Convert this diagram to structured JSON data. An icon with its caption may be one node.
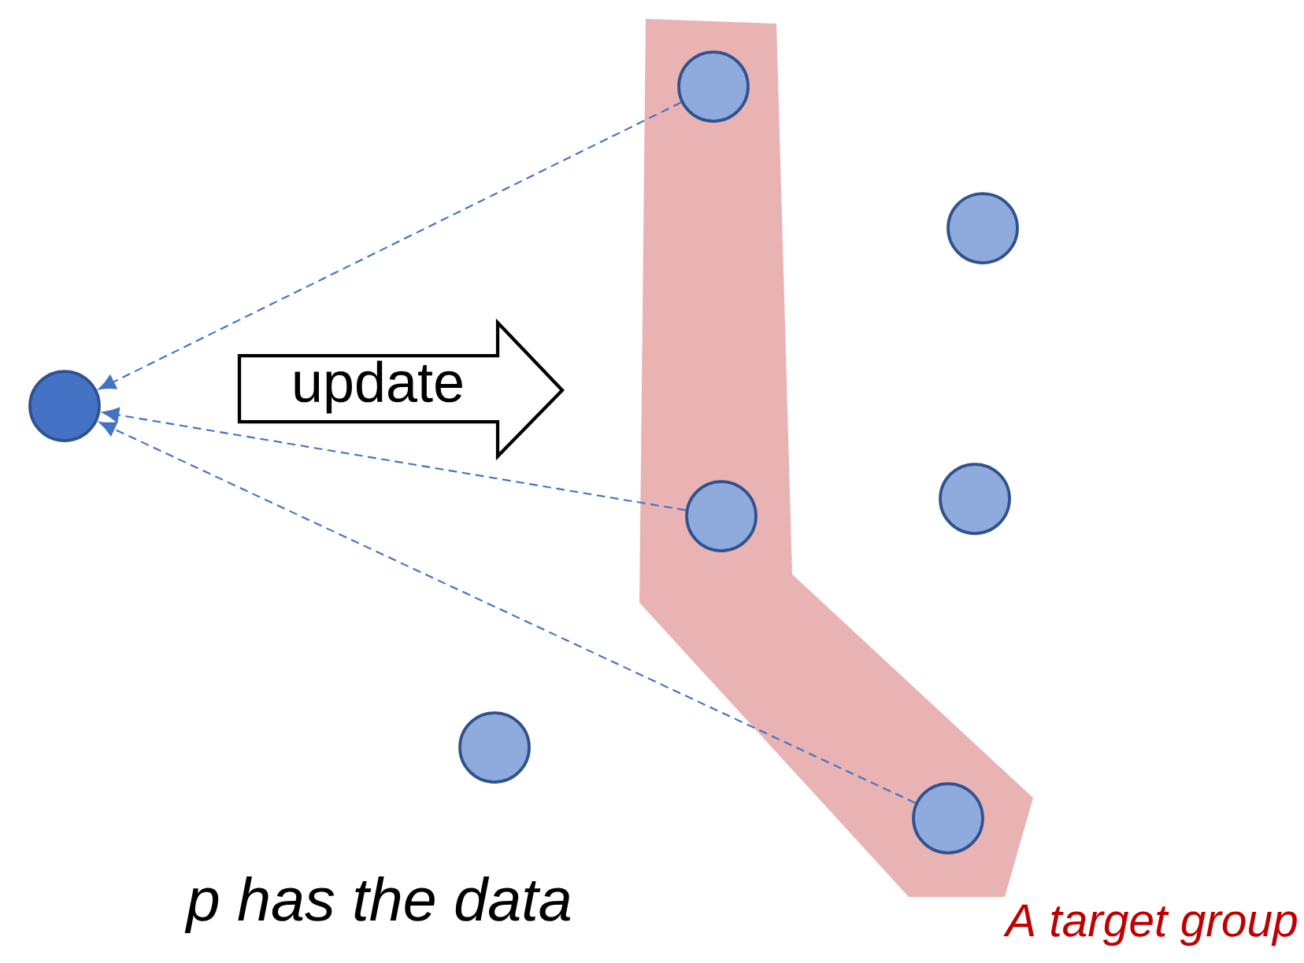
{
  "diagram": {
    "nodes": [
      {
        "text": [],
        "shape": "band",
        "beside": [
          "A target group"
        ]
      },
      {
        "text": [],
        "shape": "circle",
        "in": 0
      },
      {
        "text": [],
        "shape": "circle"
      },
      {
        "text": [],
        "shape": "circle"
      },
      {
        "text": [
          "update"
        ]
      },
      {
        "text": [],
        "shape": "circle"
      },
      {
        "text": [],
        "shape": "circle",
        "in": 0
      },
      {
        "text": [],
        "shape": "circle"
      },
      {
        "text": [],
        "shape": "circle",
        "in": 0
      }
    ],
    "edges": [
      {
        "from": 1,
        "to": 3,
        "arrow": "to",
        "style": "dashed"
      },
      {
        "from": 6,
        "to": 3,
        "arrow": "to",
        "style": "dashed"
      },
      {
        "from": 8,
        "to": 3,
        "arrow": "to",
        "style": "dashed"
      }
    ],
    "labels": [
      "p has the data"
    ]
  }
}
